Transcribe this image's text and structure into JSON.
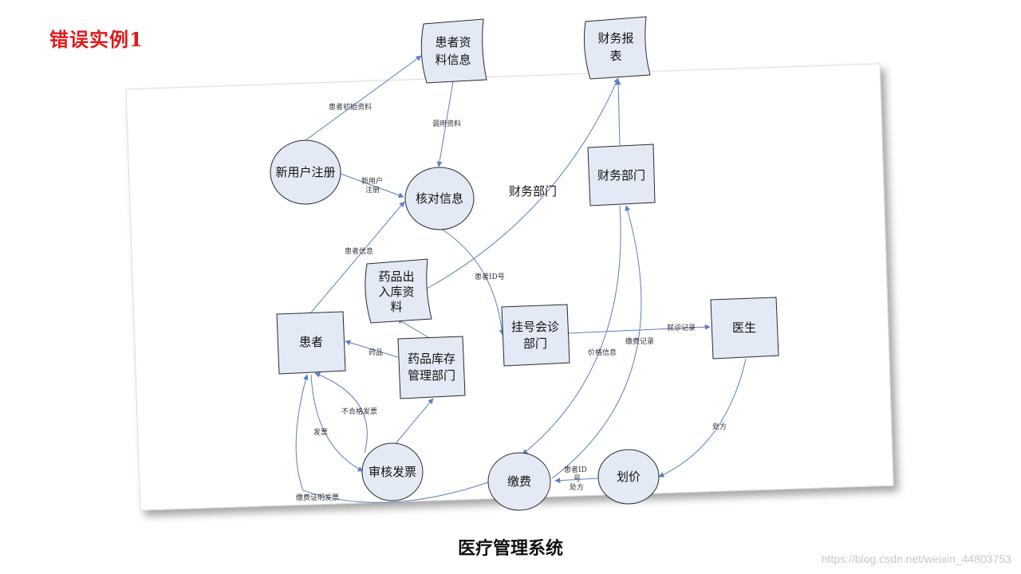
{
  "slide_title": "错误实例1",
  "caption": "医疗管理系统",
  "watermark": "https://blog.csdn.net/weixin_44803753",
  "nodes": {
    "patient_info_store": [
      "患者资",
      "料信息"
    ],
    "finance_report": [
      "财务报",
      "表"
    ],
    "new_user_register": "新用户注册",
    "verify_info": "核对信息",
    "finance_dept": "财务部门",
    "drug_io_store": [
      "药品出",
      "入库资",
      "料"
    ],
    "patient": "患者",
    "drug_dept": [
      "药品库存",
      "管理部门"
    ],
    "registration_dept": [
      "挂号会诊",
      "部门"
    ],
    "doctor": "医生",
    "audit_invoice": "审核发票",
    "payment": "缴费",
    "pricing": "划价"
  },
  "edge_labels": {
    "patient_initial_data": "患者初始资料",
    "call_data": "调用资料",
    "new_user_register": [
      "新用户",
      "注册"
    ],
    "finance_dept_floating": "财务部门",
    "patient_info": "患者信息",
    "patient_id": "患者ID号",
    "visit_record": "就诊记录",
    "price_info": "价格信息",
    "payment_record": "缴费记录",
    "drugs": "药品",
    "unqualified_invoice": "不合格发票",
    "invoice": "发票",
    "prescription": "处方",
    "patient_id_prescription": [
      "患者ID",
      "号",
      "处方"
    ],
    "payment_proof_invoice": "缴费证明发票"
  },
  "colors": {
    "title_red": "#e0191b",
    "node_fill": "#e4eaf5",
    "stroke": "#2a2a2a",
    "arrow": "#5b7fbf"
  }
}
